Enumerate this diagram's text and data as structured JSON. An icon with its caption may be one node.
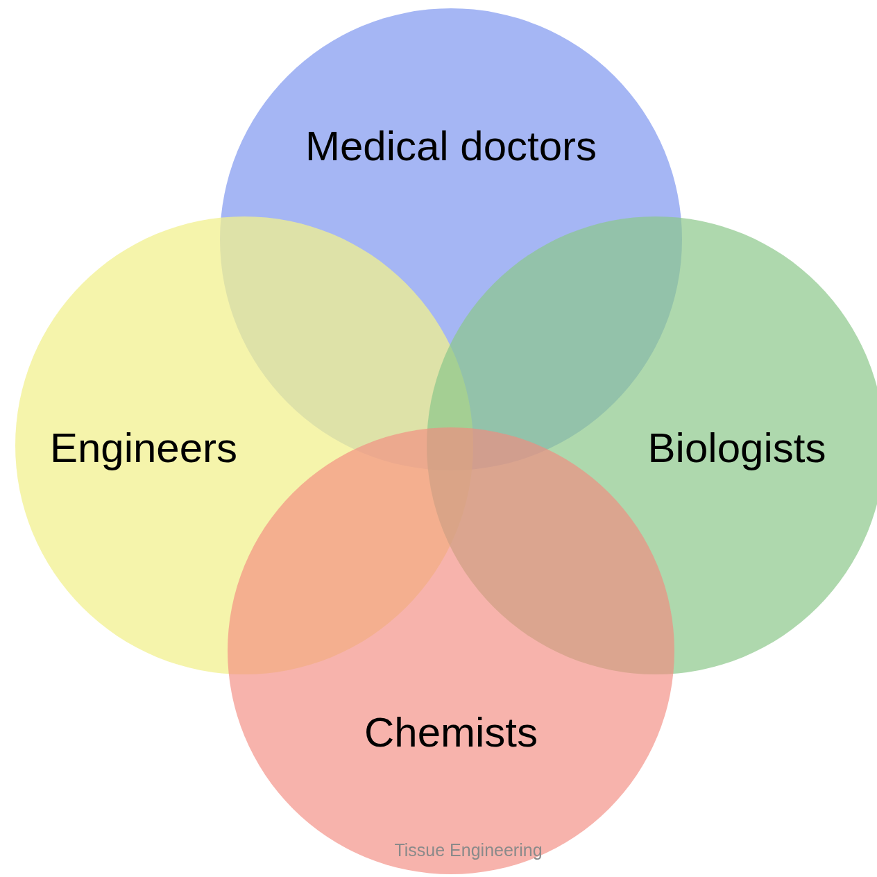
{
  "diagram": {
    "nodes": [
      {
        "text": [
          "Medical doctors"
        ]
      },
      {
        "text": [
          "Engineers"
        ]
      },
      {
        "text": [
          "Biologists"
        ]
      },
      {
        "text": [
          "Chemists"
        ]
      }
    ],
    "labels": [
      "Tissue Engineering"
    ]
  }
}
